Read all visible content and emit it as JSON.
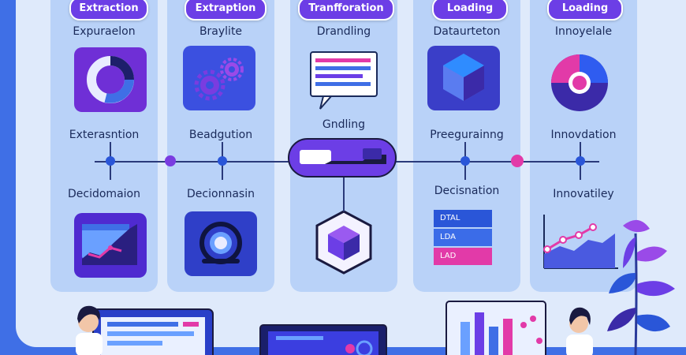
{
  "stages": [
    {
      "title": "Extraction",
      "top_label": "Expuraelon",
      "mid_label": "Exterasntion",
      "low_label": "Decidomaion"
    },
    {
      "title": "Extraption",
      "top_label": "Braylite",
      "mid_label": "Beadgution",
      "low_label": "Decionnasin"
    },
    {
      "title": "Tranfforation",
      "top_label": "Drandling",
      "mid_label": "Gndling",
      "low_label": ""
    },
    {
      "title": "Loading",
      "top_label": "Dataurteton",
      "mid_label": "Preegurainng",
      "low_label": "Decisnation"
    },
    {
      "title": "Loading",
      "top_label": "Innoyelale",
      "mid_label": "Innovdation",
      "low_label": "Innovatiley"
    }
  ],
  "db_stack": {
    "row1": "DTAL",
    "row2": "LDA",
    "row3": "LAD"
  },
  "colors": {
    "accent_purple": "#6c3ee6",
    "accent_pink": "#e23aa8",
    "accent_blue": "#3f6fe6",
    "board": "#dfeafb",
    "column": "#b9d2f8"
  }
}
